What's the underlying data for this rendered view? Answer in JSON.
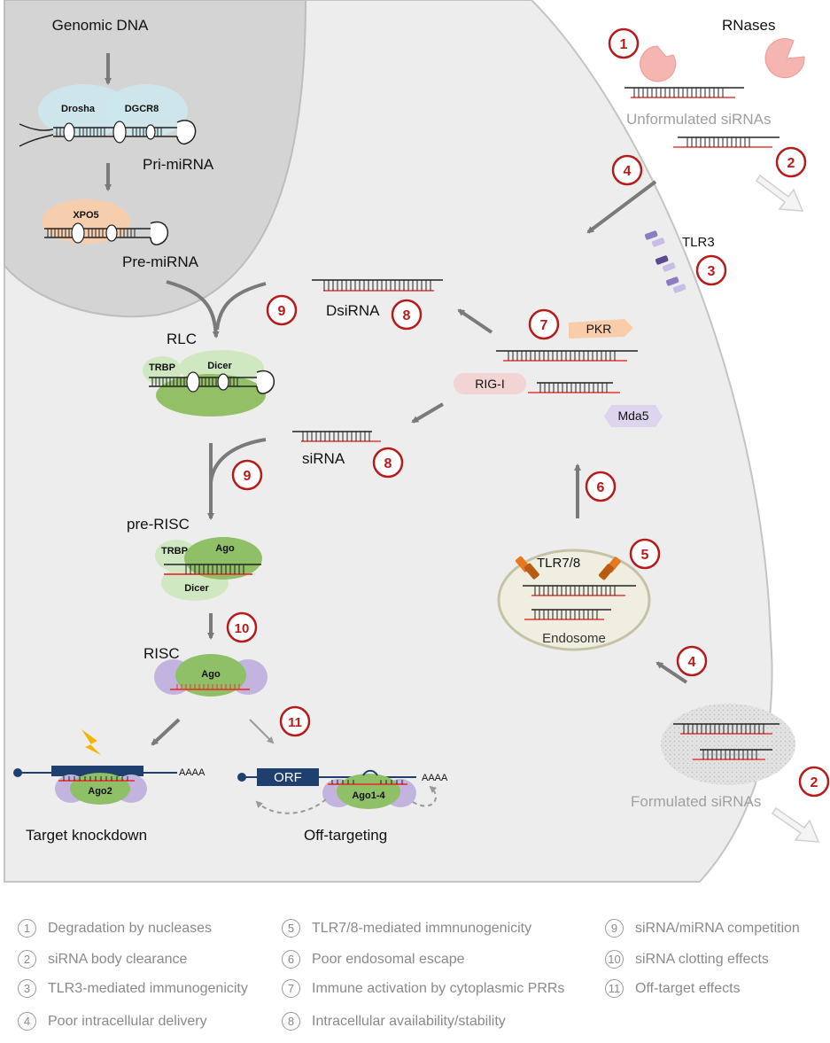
{
  "labels": {
    "genomic_dna": "Genomic DNA",
    "drosha": "Drosha",
    "dgcr8": "DGCR8",
    "pri_mirna": "Pri-miRNA",
    "xpo5": "XPO5",
    "pre_mirna": "Pre-miRNA",
    "rlc": "RLC",
    "trbp": "TRBP",
    "dicer": "Dicer",
    "dsirna": "DsiRNA",
    "sirna": "siRNA",
    "pre_risc": "pre-RISC",
    "ago": "Ago",
    "risc": "RISC",
    "ago2": "Ago2",
    "ago1_4": "Ago1-4",
    "orf": "ORF",
    "aaaa": "AAAA",
    "target_knockdown": "Target knockdown",
    "off_targeting": "Off-targeting",
    "rnases": "RNases",
    "unformulated_sirnas": "Unformulated siRNAs",
    "tlr3": "TLR3",
    "pkr": "PKR",
    "rig_i": "RIG-I",
    "mda5": "Mda5",
    "tlr78": "TLR7/8",
    "endosome": "Endosome",
    "formulated_sirnas": "Formulated siRNAs"
  },
  "markers": [
    "1",
    "2",
    "3",
    "4",
    "5",
    "6",
    "7",
    "8",
    "9",
    "10",
    "11"
  ],
  "legend": [
    {
      "num": "1",
      "text": "Degradation by nucleases"
    },
    {
      "num": "2",
      "text": "siRNA body clearance"
    },
    {
      "num": "3",
      "text": "TLR3-mediated immunogenicity"
    },
    {
      "num": "4",
      "text": "Poor intracellular delivery"
    },
    {
      "num": "5",
      "text": "TLR7/8-mediated immnunogenicity"
    },
    {
      "num": "6",
      "text": "Poor endosomal escape"
    },
    {
      "num": "7",
      "text": "Immune activation by cytoplasmic PRRs"
    },
    {
      "num": "8",
      "text": "Intracellular availability/stability"
    },
    {
      "num": "9",
      "text": "siRNA/miRNA competition"
    },
    {
      "num": "10",
      "text": "siRNA clotting effects"
    },
    {
      "num": "11",
      "text": "Off-target effects"
    }
  ],
  "colors": {
    "marker_red": "#b71c1c",
    "rna_red": "#e53935",
    "arrow_gray": "#7a7a7a",
    "cell_fill": "#ededed",
    "nucleus_fill": "#d3d3d3",
    "ago_green": "#8fbf66",
    "purple": "#b7a6d6",
    "orange": "#e87722",
    "dark_blue": "#1f3f6e"
  },
  "icons": {
    "rnase": "pacman-icon",
    "lightning": "lightning-icon"
  }
}
